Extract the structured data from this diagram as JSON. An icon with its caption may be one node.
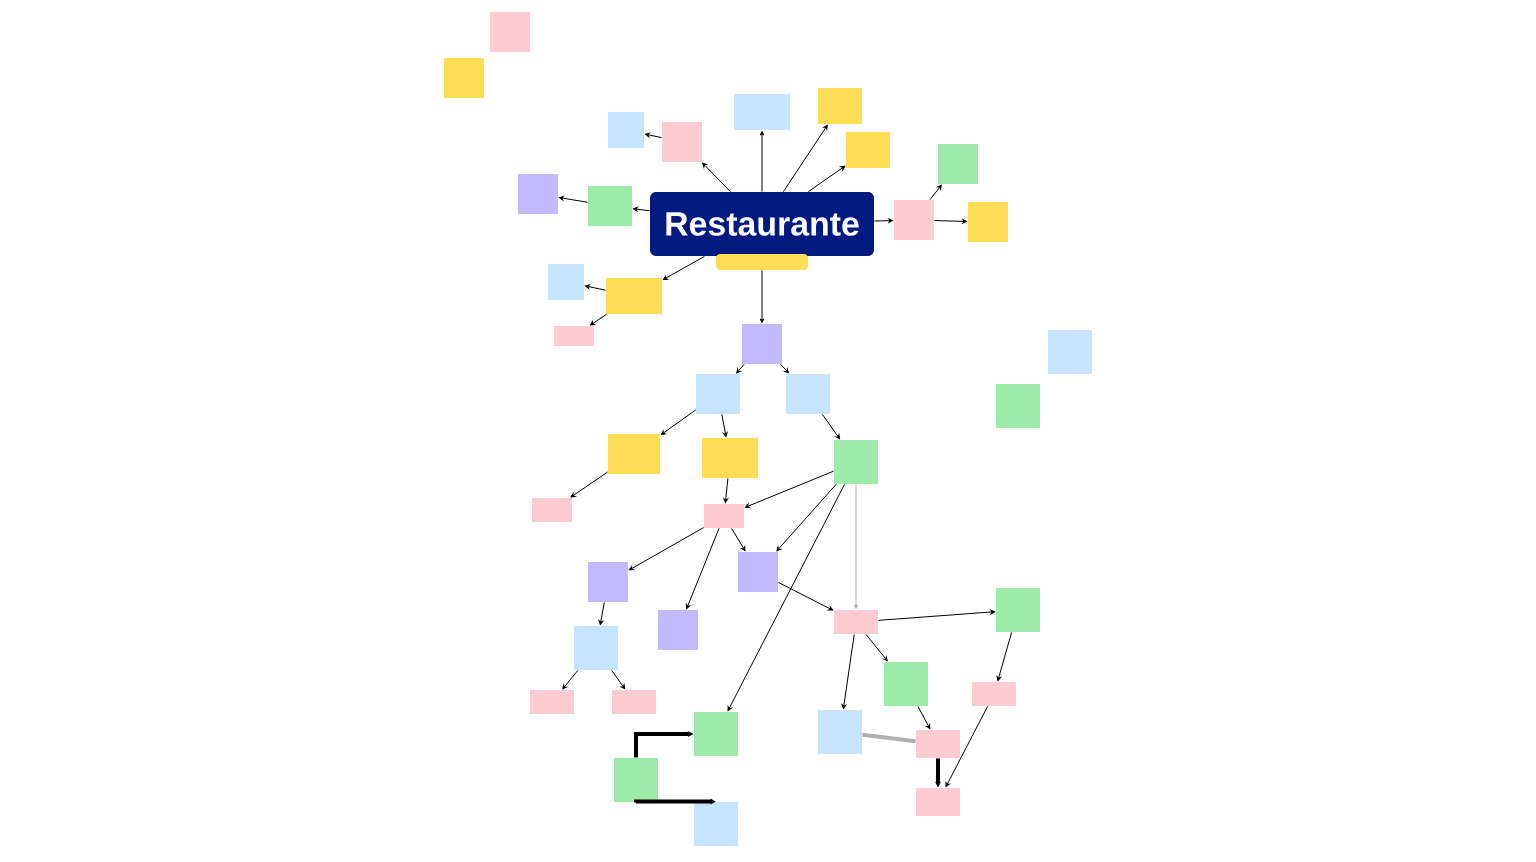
{
  "diagram": {
    "nodes": [
      {
        "text": [
          "Restaurante"
        ]
      },
      {
        "text": [],
        "shape": "box"
      },
      {
        "text": [],
        "shape": "box"
      },
      {
        "text": [],
        "shape": "box"
      },
      {
        "text": [],
        "shape": "box"
      },
      {
        "text": [],
        "shape": "box"
      },
      {
        "text": [],
        "shape": "box"
      },
      {
        "text": [],
        "shape": "box"
      },
      {
        "text": [],
        "shape": "box"
      },
      {
        "text": [],
        "shape": "box"
      },
      {
        "text": [],
        "shape": "box"
      },
      {
        "text": [],
        "shape": "box"
      },
      {
        "text": [],
        "shape": "box"
      },
      {
        "text": [],
        "shape": "box"
      },
      {
        "text": [],
        "shape": "box"
      },
      {
        "text": [],
        "shape": "box"
      },
      {
        "text": [],
        "shape": "box"
      },
      {
        "text": [],
        "shape": "box"
      },
      {
        "text": [],
        "shape": "box"
      },
      {
        "text": [],
        "shape": "box"
      },
      {
        "text": [],
        "shape": "box"
      },
      {
        "text": [],
        "shape": "box"
      },
      {
        "text": [],
        "shape": "box"
      },
      {
        "text": [],
        "shape": "box"
      },
      {
        "text": [],
        "shape": "box"
      },
      {
        "text": [],
        "shape": "box"
      },
      {
        "text": [],
        "shape": "box"
      },
      {
        "text": [],
        "shape": "box"
      },
      {
        "text": [],
        "shape": "box"
      },
      {
        "text": [],
        "shape": "box"
      },
      {
        "text": [],
        "shape": "box"
      },
      {
        "text": [],
        "shape": "box"
      },
      {
        "text": [],
        "shape": "box"
      },
      {
        "text": [],
        "shape": "box"
      },
      {
        "text": [],
        "shape": "box"
      },
      {
        "text": [],
        "shape": "box"
      },
      {
        "text": [],
        "shape": "box"
      },
      {
        "text": [],
        "shape": "box"
      },
      {
        "text": [],
        "shape": "box"
      },
      {
        "text": [],
        "shape": "box"
      },
      {
        "text": [],
        "shape": "box"
      },
      {
        "text": [],
        "shape": "box"
      },
      {
        "text": [],
        "shape": "box"
      }
    ],
    "edges": [
      {
        "from": 0,
        "to": 5,
        "arrow": "to"
      },
      {
        "from": 5,
        "to": 4,
        "arrow": "to"
      },
      {
        "from": 0,
        "to": 6,
        "arrow": "to"
      },
      {
        "from": 0,
        "to": 7,
        "arrow": "to"
      },
      {
        "from": 0,
        "to": 8,
        "arrow": "to"
      },
      {
        "from": 0,
        "to": 10,
        "arrow": "to"
      },
      {
        "from": 10,
        "to": 9,
        "arrow": "to"
      },
      {
        "from": 0,
        "to": 11,
        "arrow": "to"
      },
      {
        "from": 11,
        "to": 12,
        "arrow": "to"
      },
      {
        "from": 11,
        "to": 13,
        "arrow": "to"
      },
      {
        "from": 0,
        "to": 15,
        "arrow": "to"
      },
      {
        "from": 15,
        "to": 14,
        "arrow": "to"
      },
      {
        "from": 15,
        "to": 16,
        "arrow": "to"
      },
      {
        "from": 1,
        "to": 17,
        "arrow": "to"
      },
      {
        "from": 17,
        "to": 18,
        "arrow": "to"
      },
      {
        "from": 17,
        "to": 19,
        "arrow": "to"
      },
      {
        "from": 18,
        "to": 20,
        "arrow": "to"
      },
      {
        "from": 18,
        "to": 21,
        "arrow": "to"
      },
      {
        "from": 20,
        "to": 23,
        "arrow": "to"
      },
      {
        "from": 21,
        "to": 24,
        "arrow": "to"
      },
      {
        "from": 19,
        "to": 22,
        "arrow": "to"
      },
      {
        "from": 22,
        "to": 24,
        "arrow": "to"
      },
      {
        "from": 22,
        "to": 26,
        "arrow": "to"
      },
      {
        "from": 22,
        "to": 35,
        "arrow": "to"
      },
      {
        "from": 22,
        "to": 28,
        "arrow": "to",
        "color": "#b0b0b0"
      },
      {
        "from": 24,
        "to": 25,
        "arrow": "to"
      },
      {
        "from": 24,
        "to": 26,
        "arrow": "to"
      },
      {
        "from": 24,
        "to": 27,
        "arrow": "to"
      },
      {
        "from": 25,
        "to": 30,
        "arrow": "to"
      },
      {
        "from": 30,
        "to": 33,
        "arrow": "to"
      },
      {
        "from": 30,
        "to": 34,
        "arrow": "to"
      },
      {
        "from": 26,
        "to": 28,
        "arrow": "to"
      },
      {
        "from": 28,
        "to": 29,
        "arrow": "to"
      },
      {
        "from": 28,
        "to": 31,
        "arrow": "to"
      },
      {
        "from": 28,
        "to": 36,
        "arrow": "to"
      },
      {
        "from": 31,
        "to": 37,
        "arrow": "to"
      },
      {
        "from": 36,
        "to": 37,
        "arrow": "none",
        "style": "thick",
        "color": "#b0b0b0"
      },
      {
        "from": 37,
        "to": 39,
        "arrow": "to",
        "style": "thick"
      },
      {
        "from": 29,
        "to": 32,
        "arrow": "to"
      },
      {
        "from": 32,
        "to": 39,
        "arrow": "to"
      },
      {
        "from": 38,
        "to": 35,
        "arrow": "to",
        "style": "thick"
      },
      {
        "from": 38,
        "to": 40,
        "arrow": "to",
        "style": "thick"
      }
    ]
  }
}
